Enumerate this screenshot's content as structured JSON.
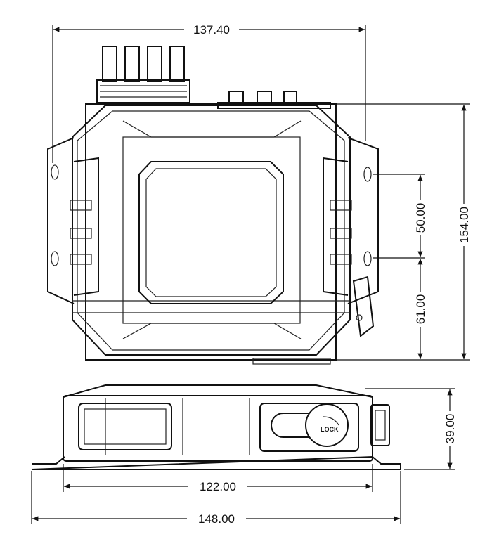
{
  "dimensions": {
    "top_width": "137.40",
    "total_height": "154.00",
    "hole_spacing": "50.00",
    "hole_to_bottom": "61.00",
    "side_height": "39.00",
    "body_width": "122.00",
    "total_width": "148.00"
  },
  "labels": {
    "lock": "LOCK"
  }
}
